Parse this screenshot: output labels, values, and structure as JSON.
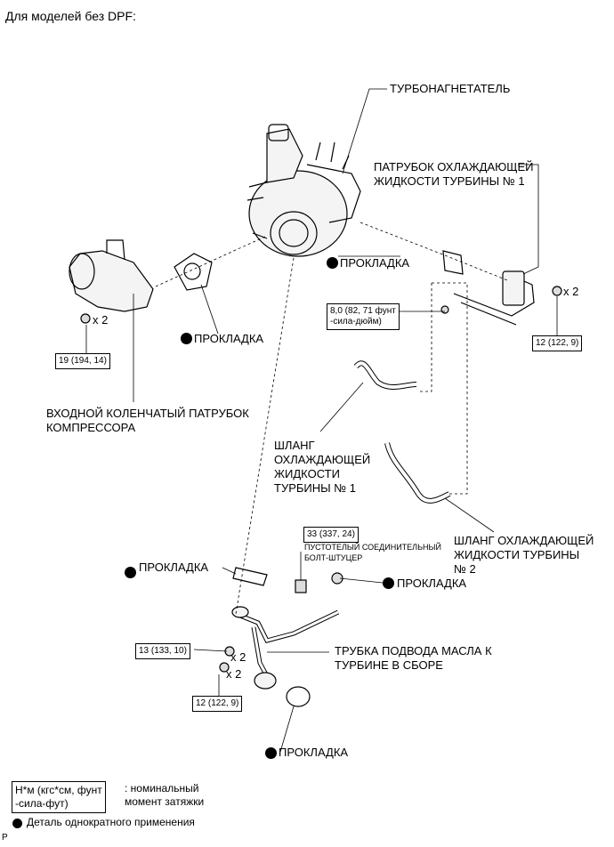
{
  "header": {
    "title": "Для моделей без DPF:"
  },
  "labels": {
    "turbo": "ТУРБОНАГНЕТАТЕЛЬ",
    "coolant_pipe_1": "ПАТРУБОК ОХЛАЖДАЮЩЕЙ",
    "coolant_pipe_2": "ЖИДКОСТИ ТУРБИНЫ № 1",
    "gasket_a": "ПРОКЛАДКА",
    "gasket_b": "ПРОКЛАДКА",
    "elbow_1": "ВХОДНОЙ КОЛЕНЧАТЫЙ ПАТРУБОК",
    "elbow_2": "КОМПРЕССОРА",
    "hose1_1": "ШЛАНГ",
    "hose1_2": "ОХЛАЖДАЮЩЕЙ",
    "hose1_3": "ЖИДКОСТИ",
    "hose1_4": "ТУРБИНЫ № 1",
    "hose2_1": "ШЛАНГ ОХЛАЖДАЮЩЕЙ",
    "hose2_2": "ЖИДКОСТИ ТУРБИНЫ",
    "hose2_3": "№ 2",
    "gasket_c": "ПРОКЛАДКА",
    "gasket_d": "ПРОКЛАДКА",
    "oil_pipe_1": "ТРУБКА ПОДВОДА МАСЛА К",
    "oil_pipe_2": "ТУРБИНЕ В СБОРЕ",
    "gasket_e": "ПРОКЛАДКА",
    "union_bolt_1": "ПУСТОТЕЛЫЙ СОЕДИНИТЕЛЬНЫЙ",
    "union_bolt_2": "БОЛТ-ШТУЦЕР",
    "x2_a": "x 2",
    "x2_b": "x 2",
    "x2_c": "x 2",
    "x2_d": "x 2"
  },
  "torques": {
    "t_8": "8,0 (82, 71 фунт\n-сила-дюйм)",
    "t_12a": "12 (122, 9)",
    "t_19": "19 (194, 14)",
    "t_33": "33 (337, 24)",
    "t_13": "13 (133, 10)",
    "t_12b": "12 (122, 9)"
  },
  "legend": {
    "unit_box": "Н*м (кгс*см, фунт\n-сила-фут)",
    "unit_desc": ": номинальный\nмомент затяжки",
    "single_use": "Деталь однократного применения"
  },
  "footer": {
    "code": "P"
  }
}
